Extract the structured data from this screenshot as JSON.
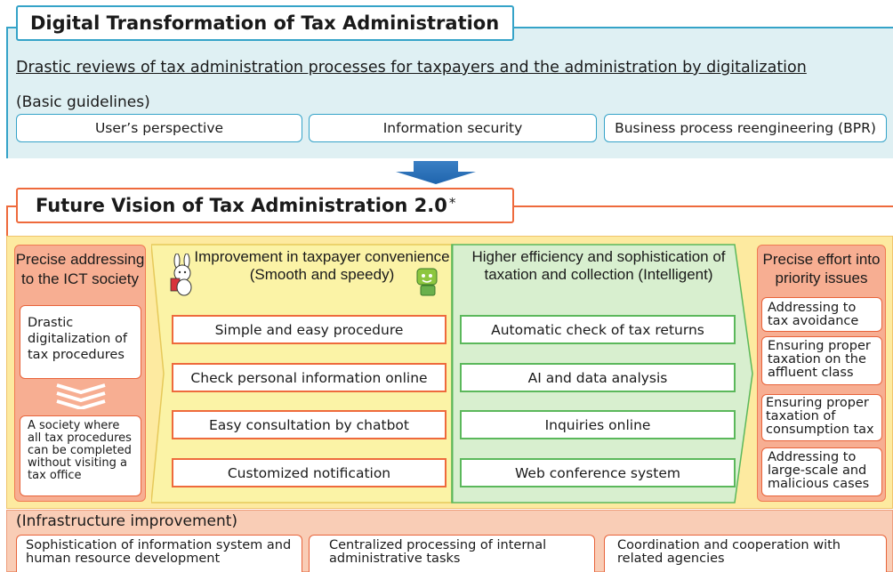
{
  "top": {
    "title": "Digital Transformation of Tax Administration",
    "subtitle": "Drastic reviews of tax administration processes for taxpayers and the administration by digitalization",
    "basic_label": "(Basic guidelines)",
    "guidelines": [
      "User’s perspective",
      "Information security",
      "Business process reengineering (BPR)"
    ]
  },
  "future": {
    "title": "Future Vision of Tax Administration 2.0",
    "title_mark": "*"
  },
  "left_column": {
    "title": "Precise addressing to the ICT society",
    "box1": "Drastic digitalization of tax procedures",
    "box2": "A society where all tax procedures can be completed without visiting a tax office"
  },
  "convenience": {
    "title": "Improvement in taxpayer convenience (Smooth and speedy)",
    "items": [
      "Simple and easy procedure",
      "Check personal information online",
      "Easy consultation by chatbot",
      "Customized notification"
    ]
  },
  "efficiency": {
    "title": "Higher efficiency and sophistication of taxation and collection (Intelligent)",
    "items": [
      "Automatic check of tax returns",
      "AI and data analysis",
      "Inquiries online",
      "Web conference system"
    ]
  },
  "right_column": {
    "title": "Precise effort into priority issues",
    "items": [
      "Addressing to tax avoidance",
      "Ensuring proper taxation on the affluent class",
      "Ensuring proper taxation of consumption tax",
      "Addressing to large-scale and malicious cases"
    ]
  },
  "infrastructure": {
    "label": "(Infrastructure improvement)",
    "items": [
      "Sophistication of information system and human resource development",
      "Centralized processing of internal administrative tasks",
      "Coordination and cooperation with related agencies"
    ]
  },
  "colors": {
    "blue_accent": "#35a3c8",
    "orange_accent": "#ee6a3c",
    "green_accent": "#5bb85b",
    "yellow_panel": "#fdeaa0",
    "salmon_panel": "#f7ae92"
  },
  "icons": [
    "down-arrow-icon",
    "chevron-down-icon",
    "rabbit-mascot-icon",
    "robot-mascot-icon"
  ]
}
